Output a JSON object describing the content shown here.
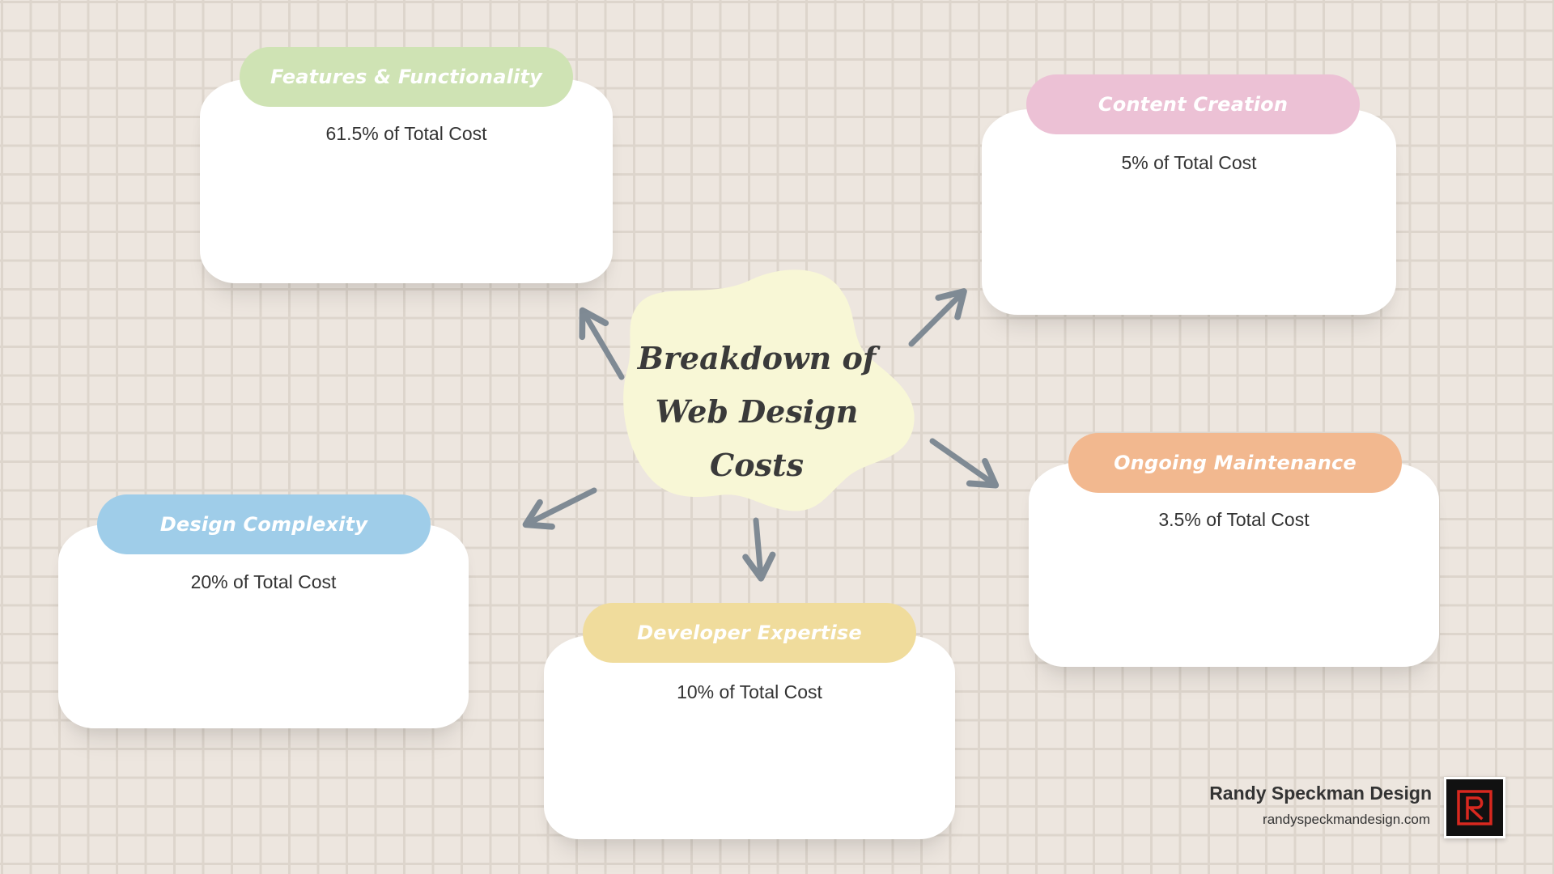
{
  "title": {
    "line1": "Breakdown of",
    "line2": "Web Design Costs"
  },
  "nodes": [
    {
      "label": "Features & Functionality",
      "value": "61.5% of Total Cost",
      "color": "#cfe3b4"
    },
    {
      "label": "Content Creation",
      "value": "5% of Total Cost",
      "color": "#ecc1d5"
    },
    {
      "label": "Ongoing Maintenance",
      "value": "3.5% of Total Cost",
      "color": "#f2b88f"
    },
    {
      "label": "Developer Expertise",
      "value": "10% of Total Cost",
      "color": "#f0dc9c"
    },
    {
      "label": "Design Complexity",
      "value": "20% of Total Cost",
      "color": "#9fcde9"
    }
  ],
  "brand": {
    "name": "Randy Speckman Design",
    "url": "randyspeckmandesign.com"
  },
  "colors": {
    "background": "#ede6df",
    "grid_line": "#ddd5cc",
    "center_blob": "#f8f7d6",
    "arrow": "#7f8a94",
    "logo_mark": "#d8281f"
  }
}
